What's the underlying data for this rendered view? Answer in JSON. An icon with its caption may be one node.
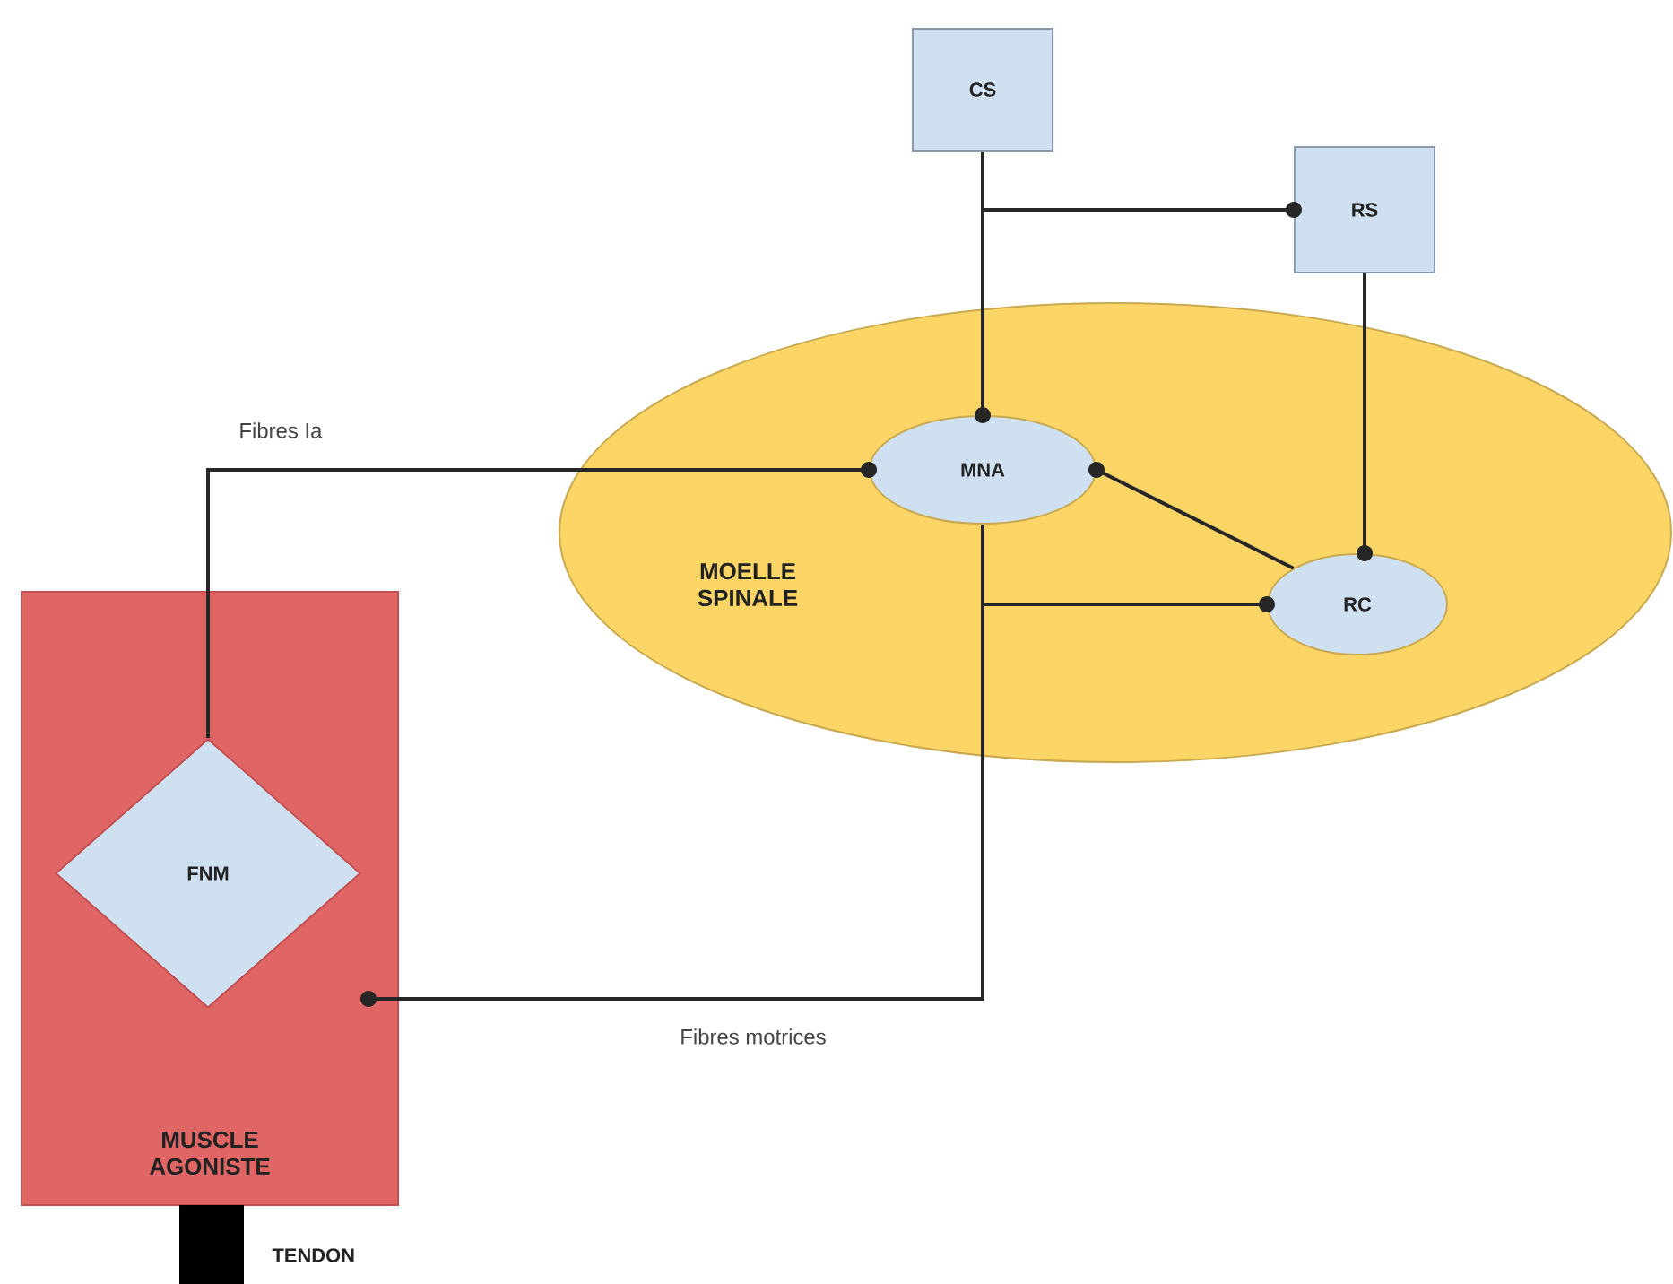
{
  "diagram": {
    "nodes": [
      {
        "text": [
          "CS"
        ]
      },
      {
        "text": [
          "RS"
        ]
      },
      {
        "text": [
          "MOELLE SPINALE"
        ]
      },
      {
        "text": [
          "MNA"
        ],
        "in": 2
      },
      {
        "text": [
          "RC"
        ],
        "in": 2
      },
      {
        "text": [
          "MUSCLE AGONISTE"
        ]
      },
      {
        "text": [
          "FNM"
        ],
        "in": 5
      },
      {
        "text": [],
        "shape": "bar",
        "beside": [
          "TENDON"
        ]
      }
    ],
    "edges": [
      {
        "from": 0,
        "to": 3,
        "arrow": "other"
      },
      {
        "from": 0,
        "to": 1,
        "arrow": "other"
      },
      {
        "from": 1,
        "to": 4,
        "arrow": "other"
      },
      {
        "from": 4,
        "to": 3,
        "arrow": "other"
      },
      {
        "from": 6,
        "to": 3,
        "arrow": "other",
        "label": "Fibres Ia"
      },
      {
        "from": 3,
        "to": 4,
        "arrow": "other"
      },
      {
        "from": 3,
        "to": 5,
        "arrow": "other",
        "label": "Fibres motrices"
      }
    ]
  }
}
